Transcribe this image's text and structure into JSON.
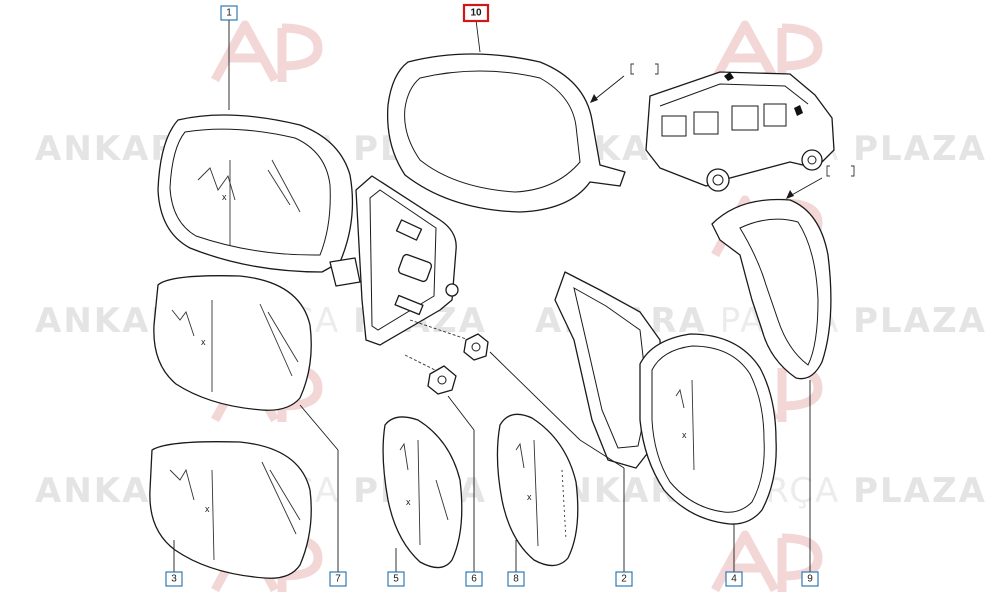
{
  "watermark": {
    "bold_left": "ANKARA",
    "light": "PARÇA",
    "bold_right": "PLAZA"
  },
  "callouts": [
    {
      "id": "c1",
      "label": "1",
      "highlight": false
    },
    {
      "id": "c10",
      "label": "10",
      "highlight": true
    },
    {
      "id": "c3",
      "label": "3",
      "highlight": false
    },
    {
      "id": "c7",
      "label": "7",
      "highlight": false
    },
    {
      "id": "c5",
      "label": "5",
      "highlight": false
    },
    {
      "id": "c6",
      "label": "6",
      "highlight": false
    },
    {
      "id": "c8",
      "label": "8",
      "highlight": false
    },
    {
      "id": "c2",
      "label": "2",
      "highlight": false
    },
    {
      "id": "c4",
      "label": "4",
      "highlight": false
    },
    {
      "id": "c9",
      "label": "9",
      "highlight": false
    }
  ],
  "glass_mark": "x",
  "colors": {
    "callout_border": "#1a6fb0",
    "highlight_border": "#d01818",
    "watermark": "#e4e4e4"
  }
}
